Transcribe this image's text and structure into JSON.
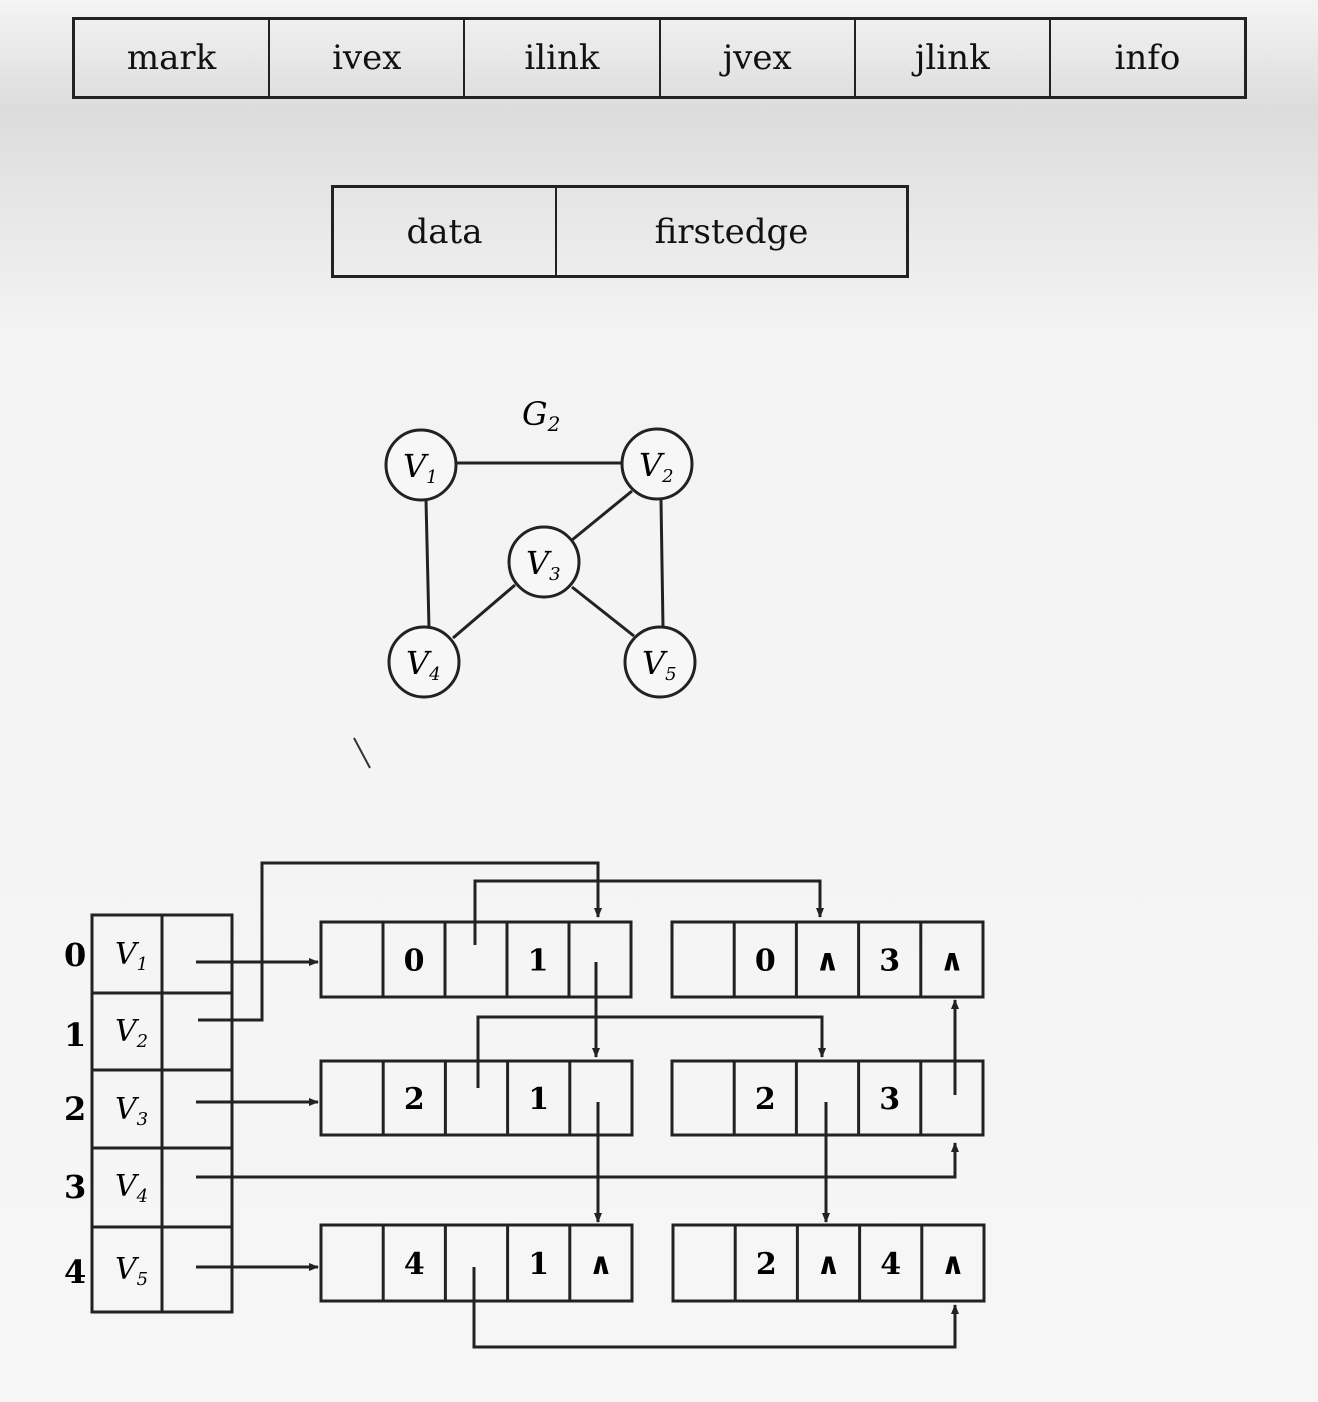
{
  "edge_node_fields": [
    "mark",
    "ivex",
    "ilink",
    "jvex",
    "jlink",
    "info"
  ],
  "vertex_node_fields": [
    "data",
    "firstedge"
  ],
  "graph": {
    "title": "G",
    "title_sub": "2",
    "vertices": [
      {
        "label": "V",
        "sub": "1"
      },
      {
        "label": "V",
        "sub": "2"
      },
      {
        "label": "V",
        "sub": "3"
      },
      {
        "label": "V",
        "sub": "4"
      },
      {
        "label": "V",
        "sub": "5"
      }
    ]
  },
  "multilist": {
    "indices": [
      "0",
      "1",
      "2",
      "3",
      "4"
    ],
    "vertex_labels": [
      {
        "label": "V",
        "sub": "1"
      },
      {
        "label": "V",
        "sub": "2"
      },
      {
        "label": "V",
        "sub": "3"
      },
      {
        "label": "V",
        "sub": "4"
      },
      {
        "label": "V",
        "sub": "5"
      }
    ],
    "null_symbol": "∧",
    "edge_nodes": [
      {
        "ivex": "0",
        "jvex": "1",
        "jlink": ""
      },
      {
        "ivex": "0",
        "ilink": "∧",
        "jvex": "3",
        "jlink": "∧"
      },
      {
        "ivex": "2",
        "jvex": "1",
        "jlink": ""
      },
      {
        "ivex": "2",
        "jvex": "3",
        "jlink": ""
      },
      {
        "ivex": "4",
        "jvex": "1",
        "jlink": "∧"
      },
      {
        "ivex": "2",
        "ilink": "∧",
        "jvex": "4",
        "jlink": "∧"
      }
    ]
  }
}
